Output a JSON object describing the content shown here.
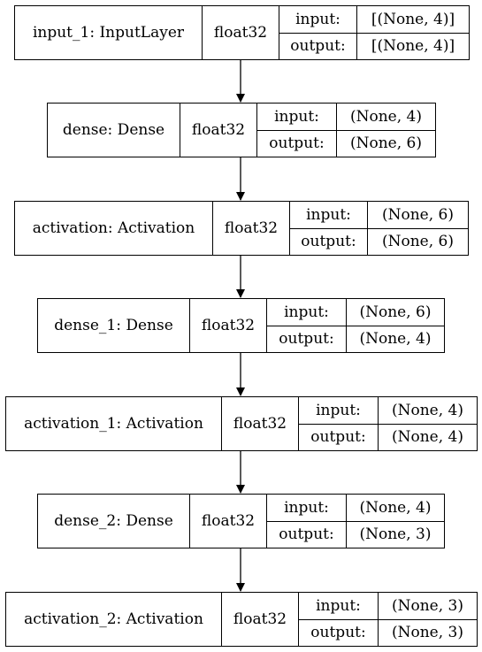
{
  "layers": [
    {
      "name": "input_1: InputLayer",
      "dtype": "float32",
      "input_label": "input:",
      "output_label": "output:",
      "input_shape": "[(None, 4)]",
      "output_shape": "[(None, 4)]"
    },
    {
      "name": "dense: Dense",
      "dtype": "float32",
      "input_label": "input:",
      "output_label": "output:",
      "input_shape": "(None, 4)",
      "output_shape": "(None, 6)"
    },
    {
      "name": "activation: Activation",
      "dtype": "float32",
      "input_label": "input:",
      "output_label": "output:",
      "input_shape": "(None, 6)",
      "output_shape": "(None, 6)"
    },
    {
      "name": "dense_1: Dense",
      "dtype": "float32",
      "input_label": "input:",
      "output_label": "output:",
      "input_shape": "(None, 6)",
      "output_shape": "(None, 4)"
    },
    {
      "name": "activation_1: Activation",
      "dtype": "float32",
      "input_label": "input:",
      "output_label": "output:",
      "input_shape": "(None, 4)",
      "output_shape": "(None, 4)"
    },
    {
      "name": "dense_2: Dense",
      "dtype": "float32",
      "input_label": "input:",
      "output_label": "output:",
      "input_shape": "(None, 4)",
      "output_shape": "(None, 3)"
    },
    {
      "name": "activation_2: Activation",
      "dtype": "float32",
      "input_label": "input:",
      "output_label": "output:",
      "input_shape": "(None, 3)",
      "output_shape": "(None, 3)"
    }
  ]
}
